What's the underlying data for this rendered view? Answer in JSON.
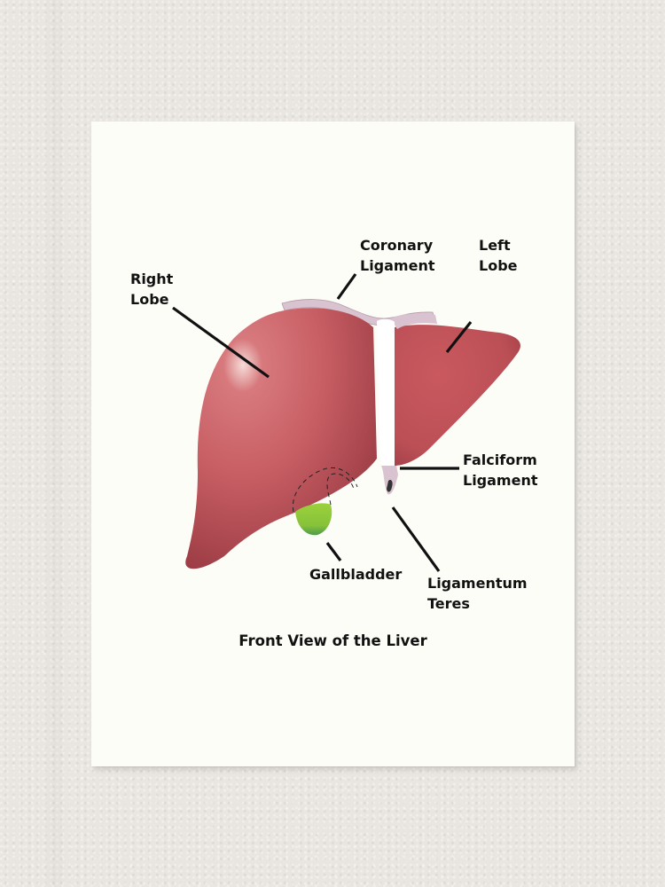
{
  "diagram": {
    "title": "Front View of the Liver",
    "labels": {
      "right_lobe": "Right\nLobe",
      "coronary_ligament": "Coronary\nLigament",
      "left_lobe": "Left\nLobe",
      "falciform_ligament": "Falciform\nLigament",
      "gallbladder": "Gallbladder",
      "ligamentum_teres": "Ligamentum\nTeres"
    },
    "colors": {
      "liver": "#c0555b",
      "liver_shadow": "#9e3d45",
      "liver_highlight": "#f3d2cf",
      "ligament": "#d9c3d0",
      "gallbladder": "#8ec63f",
      "background_paper": "#fdfdf8",
      "wall": "#e9e6e1"
    }
  }
}
